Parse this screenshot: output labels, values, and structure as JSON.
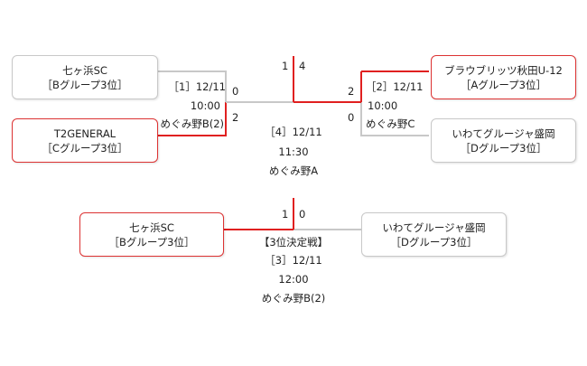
{
  "teams": {
    "shichigahama": {
      "name": "七ヶ浜SC",
      "group": "［Bグループ3位］"
    },
    "t2general": {
      "name": "T2GENERAL",
      "group": "［Cグループ3位］"
    },
    "blaublitz": {
      "name": "ブラウブリッツ秋田U-12",
      "group": "［Aグループ3位］"
    },
    "iwate": {
      "name": "いわてグルージャ盛岡",
      "group": "［Dグループ3位］"
    },
    "shichigahama_3rd": {
      "name": "七ヶ浜SC",
      "group": "［Bグループ3位］"
    },
    "iwate_3rd": {
      "name": "いわてグルージャ盛岡",
      "group": "［Dグループ3位］"
    }
  },
  "matches": {
    "m1": {
      "label": "［1］12/11",
      "time": "10:00",
      "venue": "めぐみ野B(2)",
      "score_top": "0",
      "score_bottom": "2"
    },
    "m2": {
      "label": "［2］12/11",
      "time": "10:00",
      "venue": "めぐみ野C",
      "score_top": "2",
      "score_bottom": "0"
    },
    "m4": {
      "label": "［4］12/11",
      "time": "11:30",
      "venue": "めぐみ野A",
      "score_left": "1",
      "score_right": "4"
    },
    "m3": {
      "title": "【3位決定戦】",
      "label": "［3］12/11",
      "time": "12:00",
      "venue": "めぐみ野B(2)",
      "score_left": "1",
      "score_right": "0"
    }
  },
  "colors": {
    "winner_line": "#e02020",
    "loser_line": "#c8c8c8",
    "winner_border": "#d33"
  }
}
